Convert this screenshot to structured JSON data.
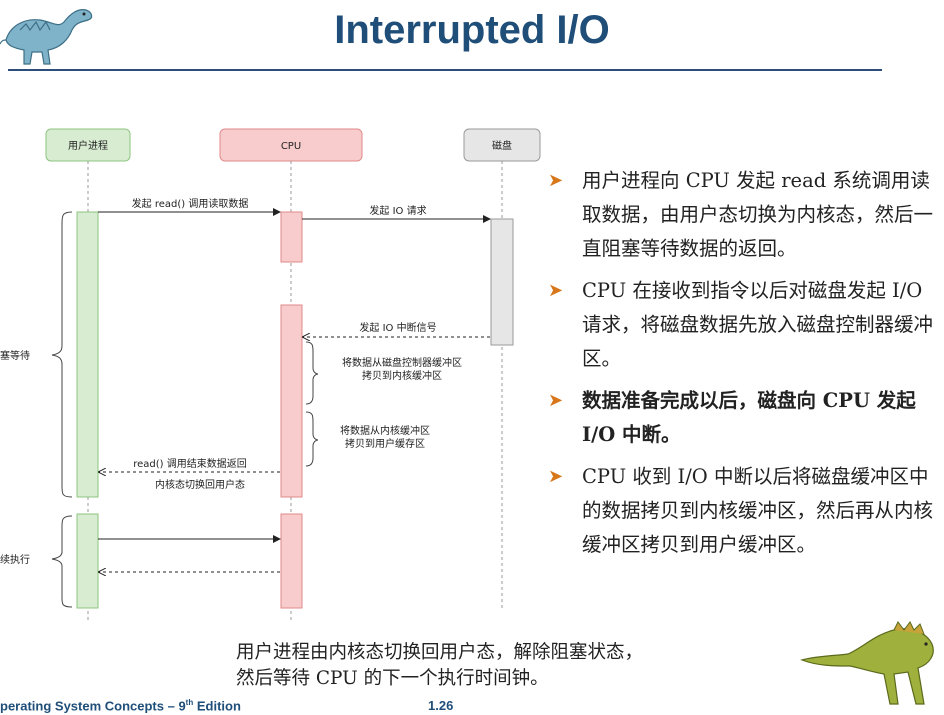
{
  "slide": {
    "title": "Interrupted I/O",
    "page_number": "1.26",
    "footer_prefix": "perating System Concepts – 9",
    "footer_sup": "th",
    "footer_suffix": " Edition"
  },
  "diagram": {
    "lanes": {
      "user": "用户进程",
      "cpu": "CPU",
      "disk": "磁盘"
    },
    "side_labels": {
      "block_wait": "塞等待",
      "continue_exec": "续执行"
    },
    "messages": {
      "read_call": "发起 read() 调用读取数据",
      "io_request": "发起 IO 请求",
      "io_interrupt": "发起 IO 中断信号",
      "copy_to_kernel_line1": "将数据从磁盘控制器缓冲区",
      "copy_to_kernel_line2": "拷贝到内核缓冲区",
      "copy_to_user_line1": "将数据从内核缓冲区",
      "copy_to_user_line2": "拷贝到用户缓存区",
      "read_return": "read() 调用结束数据返回",
      "kernel_to_user": "内核态切换回用户态"
    }
  },
  "bullets": [
    {
      "text": "用户进程向 CPU 发起 read 系统调用读取数据，由用户态切换为内核态，然后一直阻塞等待数据的返回。",
      "bold": false
    },
    {
      "text": "CPU 在接收到指令以后对磁盘发起 I/O 请求，将磁盘数据先放入磁盘控制器缓冲区。",
      "bold": false
    },
    {
      "text": "数据准备完成以后，磁盘向 CPU 发起 I/O 中断。",
      "bold": true
    },
    {
      "text": "CPU 收到 I/O 中断以后将磁盘缓冲区中的数据拷贝到内核缓冲区，然后再从内核缓冲区拷贝到用户缓冲区。",
      "bold": false
    }
  ],
  "bottom_note": {
    "line1": "用户进程由内核态切换回用户态，解除阻塞状态，",
    "line2": "然后等待 CPU 的下一个执行时间钟。"
  },
  "colors": {
    "title": "#1f4e79",
    "user_lane_fill": "#d8ecd2",
    "user_lane_stroke": "#8cc47e",
    "cpu_lane_fill": "#f8cccc",
    "cpu_lane_stroke": "#e08a8a",
    "disk_lane_fill": "#e6e6e6",
    "disk_lane_stroke": "#9a9a9a",
    "bullet_arrow": "#d8761a"
  }
}
